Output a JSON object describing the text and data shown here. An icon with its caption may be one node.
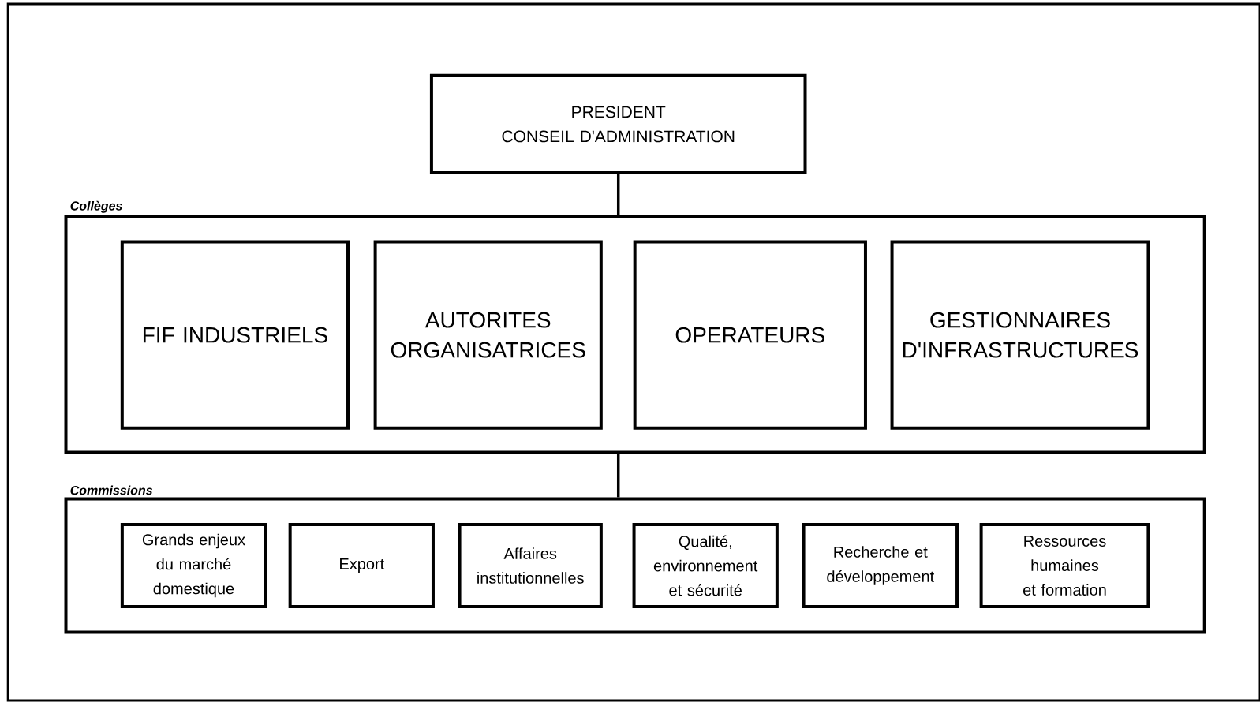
{
  "diagram": {
    "nodes": [
      {
        "text": [
          "PRESIDENT",
          "CONSEIL D'ADMINISTRATION"
        ]
      },
      {
        "text": [
          "Collèges"
        ]
      },
      {
        "text": [
          "FIF INDUSTRIELS"
        ],
        "in": 1
      },
      {
        "text": [
          "AUTORITES ORGANISATRICES"
        ],
        "in": 1
      },
      {
        "text": [
          "OPERATEURS"
        ],
        "in": 1
      },
      {
        "text": [
          "GESTIONNAIRES D'INFRASTRUCTURES"
        ],
        "in": 1
      },
      {
        "text": [
          "Commissions"
        ]
      },
      {
        "text": [
          "Grands enjeux du marché domestique"
        ],
        "in": 6
      },
      {
        "text": [
          "Export"
        ],
        "in": 6
      },
      {
        "text": [
          "Affaires institutionnelles"
        ],
        "in": 6
      },
      {
        "text": [
          "Qualité, environnement et sécurité"
        ],
        "in": 6
      },
      {
        "text": [
          "Recherche et développement"
        ],
        "in": 6
      },
      {
        "text": [
          "Ressources humaines et formation"
        ],
        "in": 6
      }
    ],
    "edges": [
      {
        "from": 0,
        "to": 1,
        "arrow": "none"
      },
      {
        "from": 1,
        "to": 6,
        "arrow": "none"
      }
    ]
  }
}
